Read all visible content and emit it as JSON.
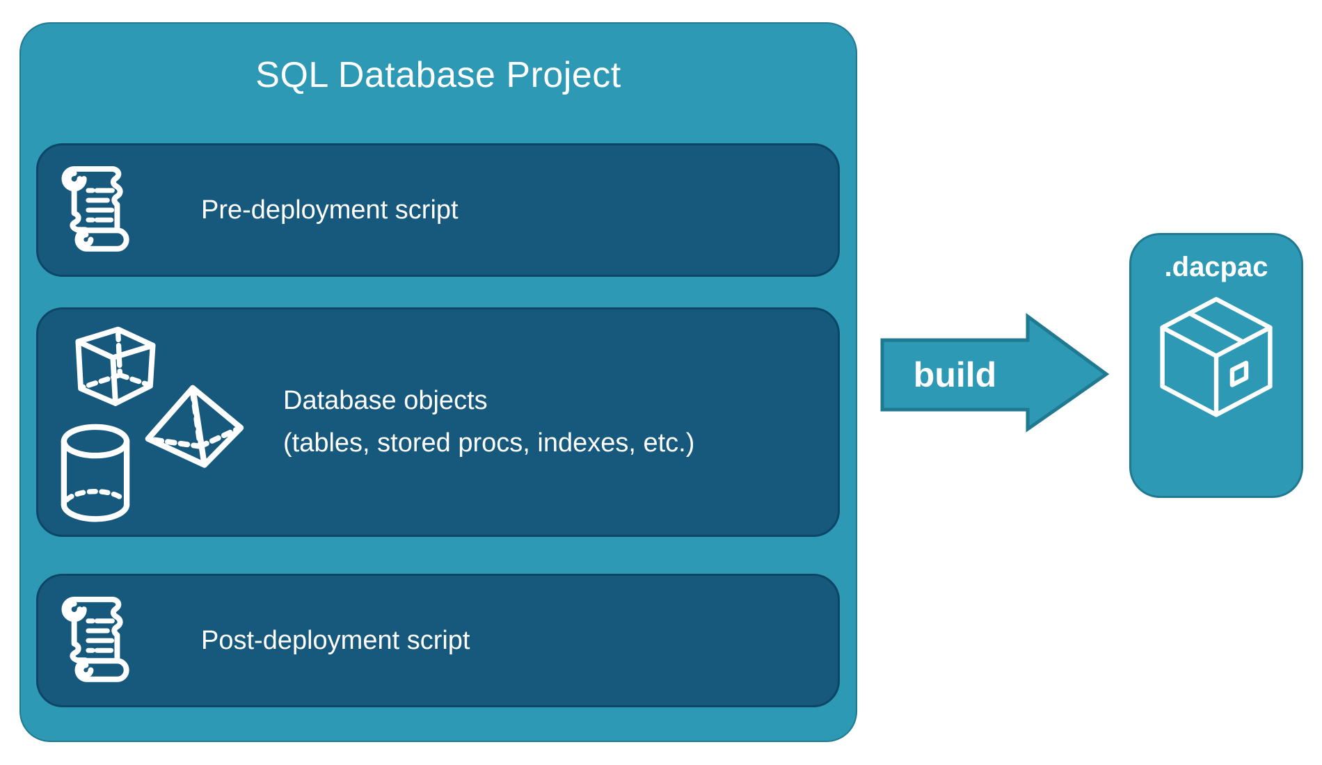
{
  "project": {
    "title": "SQL Database Project",
    "boxes": [
      {
        "label": "Pre-deployment script",
        "icon": "scroll-icon"
      },
      {
        "label_line1": "Database objects",
        "label_line2": "(tables, stored procs, indexes, etc.)",
        "icons": [
          "cube-icon",
          "pyramid-icon",
          "cylinder-icon"
        ]
      },
      {
        "label": "Post-deployment script",
        "icon": "scroll-icon"
      }
    ]
  },
  "arrow": {
    "label": "build"
  },
  "output": {
    "title": ".dacpac",
    "icon": "package-icon"
  },
  "colors": {
    "teal": "#2D99B4",
    "teal-border": "#1F7991",
    "panel": "#16597D",
    "panel-border": "#0C4566",
    "text": "#FFFFFF",
    "page-bg": "#FFFFFF"
  }
}
